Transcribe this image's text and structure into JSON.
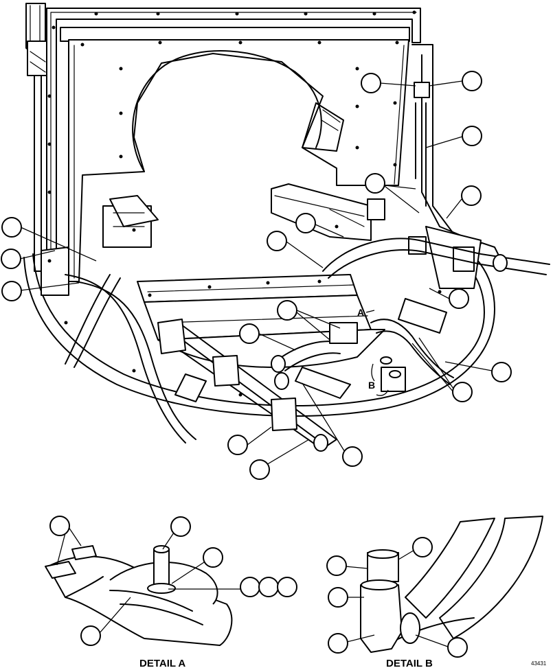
{
  "detail_labels": {
    "a": "A",
    "b": "B"
  },
  "captions": {
    "detail_a": "DETAIL A",
    "detail_b": "DETAIL B"
  },
  "figure_number": "43431"
}
